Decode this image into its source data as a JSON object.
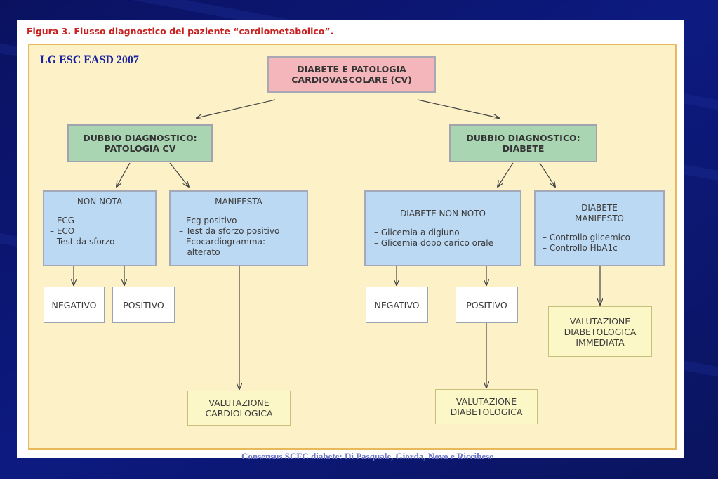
{
  "figure_title": "Figura 3. Flusso diagnostico del paziente “cardiometabolico”.",
  "guideline_label": "LG ESC EASD 2007",
  "nodes": {
    "root": "DIABETE E PATOLOGIA\nCARDIOVASCOLARE (CV)",
    "doubt_cv": "DUBBIO DIAGNOSTICO:\nPATOLOGIA CV",
    "doubt_diabetes": "DUBBIO DIAGNOSTICO:\nDIABETE",
    "non_nota": {
      "title": "NON NOTA",
      "items": [
        "– ECG",
        "– ECO",
        "– Test da sforzo"
      ]
    },
    "manifesta": {
      "title": "MANIFESTA",
      "items": [
        "– Ecg positivo",
        "– Test da sforzo positivo",
        "– Ecocardiogramma:",
        "   alterato"
      ]
    },
    "diabete_non_noto": {
      "title": "DIABETE NON NOTO",
      "items": [
        "– Glicemia a digiuno",
        "– Glicemia dopo carico orale"
      ]
    },
    "diabete_manifesto": {
      "title": "DIABETE\nMANIFESTO",
      "items": [
        "– Controllo glicemico",
        "– Controllo HbA1c"
      ]
    },
    "cv_negativo": "NEGATIVO",
    "cv_positivo": "POSITIVO",
    "dm_negativo": "NEGATIVO",
    "dm_positivo": "POSITIVO",
    "val_cardiologica": "VALUTAZIONE\nCARDIOLOGICA",
    "val_diabetologica": "VALUTAZIONE\nDIABETOLOGICA",
    "val_diabetologica_immediata": "VALUTAZIONE\nDIABETOLOGICA\nIMMEDIATA"
  },
  "footer": "Consensus SCFC diabete: Di Pasquale, Giorda, Novo e Riccihese",
  "colors": {
    "background": "#0b1670",
    "title_red": "#c8201e",
    "panel_fill": "#fdf1c8",
    "panel_border": "#e9b85a",
    "root_fill": "#f4b6bb",
    "doubt_fill": "#a9d5b3",
    "detail_fill": "#bcd9f3",
    "outcome_fill": "#ffffff",
    "evaluation_fill": "#fbf7c6",
    "arrow": "#444444"
  }
}
